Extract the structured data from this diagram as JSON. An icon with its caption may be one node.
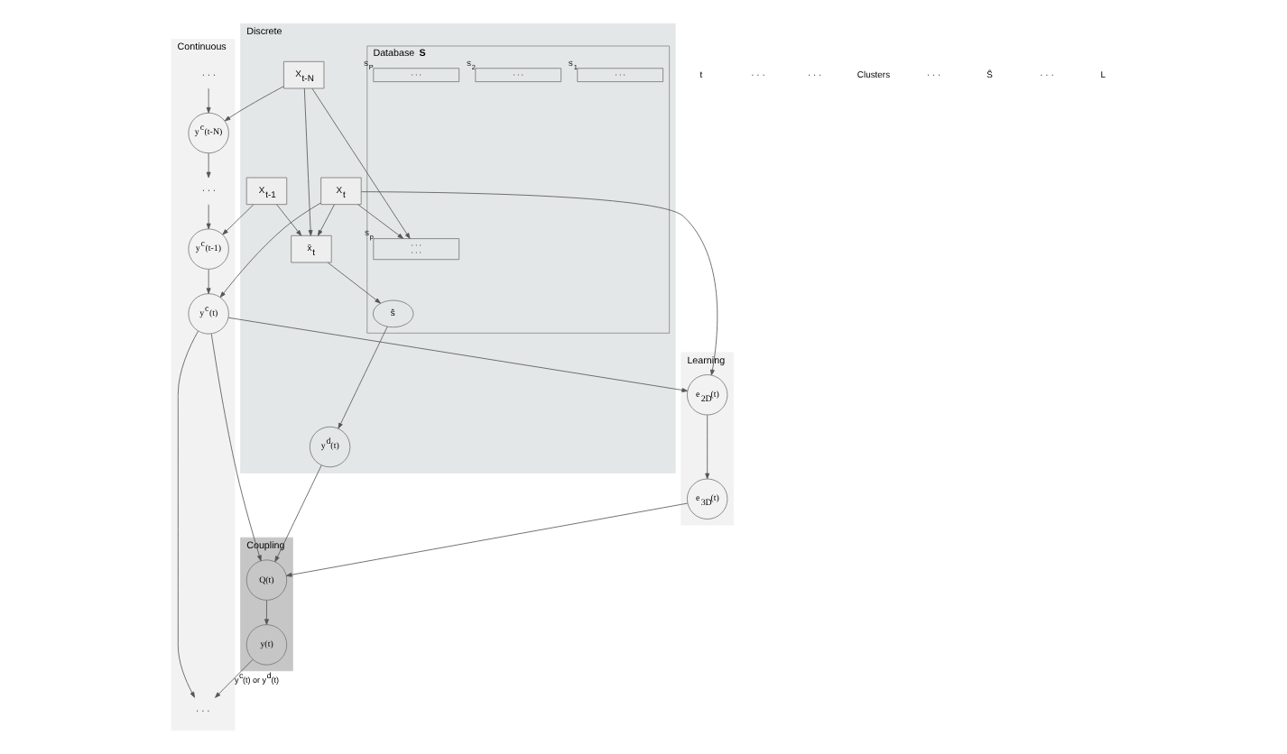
{
  "diagram": {
    "nodes": [
      {
        "text": [
          "Continuous"
        ]
      },
      {
        "text": [
          "· · ·"
        ],
        "in": 0
      },
      {
        "text": [
          "y$^{c}$(t-N)"
        ],
        "in": 0
      },
      {
        "text": [
          "· · ·"
        ],
        "in": 0
      },
      {
        "text": [
          "y$^{c}$(t-1)"
        ],
        "in": 0
      },
      {
        "text": [
          "y$^{c}$(t)"
        ],
        "in": 0
      },
      {
        "text": [
          "· · ·"
        ],
        "in": 0
      },
      {
        "text": [
          "Discrete"
        ]
      },
      {
        "text": [
          "X$_{t-N}$"
        ],
        "in": 7
      },
      {
        "text": [
          "X$_{t-1}$"
        ],
        "in": 7
      },
      {
        "text": [
          "X$_{t}$"
        ],
        "in": 7
      },
      {
        "text": [
          "Database **S**"
        ],
        "in": 7
      },
      {
        "text": [
          "· · ·"
        ],
        "in": 11,
        "beside": [
          "S$_{1}$"
        ]
      },
      {
        "text": [
          "· · ·"
        ],
        "in": 11,
        "beside": [
          "S$_{2}$"
        ]
      },
      {
        "text": [
          "· · ·",
          "· · ·"
        ],
        "in": 11,
        "beside": [
          "S$_{p}$"
        ]
      },
      {
        "text": [
          "ŝ"
        ],
        "in": 11
      },
      {
        "text": [
          "· · ·"
        ],
        "in": 11,
        "beside": [
          "S$_{P}$"
        ]
      },
      {
        "text": [
          "x̄$_{t}$"
        ],
        "in": 7
      },
      {
        "text": [
          "y$^{d}$(t)"
        ],
        "in": 7
      },
      {
        "text": [
          "Learning"
        ]
      },
      {
        "text": [
          "e$_{2D}$(t)"
        ],
        "in": 19
      },
      {
        "text": [
          "e$_{3D}$(t)"
        ],
        "in": 19
      },
      {
        "text": [
          "Coupling"
        ]
      },
      {
        "text": [
          "Q(t)"
        ],
        "in": 22
      },
      {
        "text": [
          "y(t)"
        ],
        "in": 22
      }
    ],
    "edges": [
      {
        "from": 1,
        "to": 2,
        "arrow": "to"
      },
      {
        "from": 2,
        "to": 3,
        "arrow": "to"
      },
      {
        "from": 3,
        "to": 4,
        "arrow": "to"
      },
      {
        "from": 4,
        "to": 5,
        "arrow": "to"
      },
      {
        "from": 5,
        "to": 6,
        "arrow": "to"
      },
      {
        "from": 8,
        "to": 2,
        "arrow": "to"
      },
      {
        "from": 9,
        "to": 4,
        "arrow": "to"
      },
      {
        "from": 10,
        "to": 5,
        "arrow": "to"
      },
      {
        "from": 10,
        "to": 20,
        "arrow": "to"
      },
      {
        "from": 5,
        "to": 20,
        "arrow": "to"
      },
      {
        "from": 20,
        "to": 21,
        "arrow": "to"
      },
      {
        "from": 21,
        "to": 23,
        "arrow": "to"
      },
      {
        "from": 5,
        "to": 23,
        "arrow": "to"
      },
      {
        "from": 23,
        "to": 24,
        "arrow": "to"
      },
      {
        "from": 24,
        "to": 6,
        "arrow": "to",
        "label": "y$^{c}$(t) or y$^{d}$(t)"
      },
      {
        "from": 8,
        "to": 14,
        "arrow": "to"
      },
      {
        "from": 10,
        "to": 14,
        "arrow": "to"
      },
      {
        "from": 8,
        "to": 17,
        "arrow": "to"
      },
      {
        "from": 9,
        "to": 17,
        "arrow": "to"
      },
      {
        "from": 10,
        "to": 17,
        "arrow": "to"
      },
      {
        "from": 17,
        "to": 15,
        "arrow": "to"
      },
      {
        "from": 15,
        "to": 18,
        "arrow": "to"
      },
      {
        "from": 18,
        "to": 23,
        "arrow": "to"
      }
    ],
    "labels": [
      "t",
      "· · ·",
      "· · ·",
      "Clusters",
      "· · ·",
      "Ŝ",
      "· · ·",
      "L"
    ]
  }
}
